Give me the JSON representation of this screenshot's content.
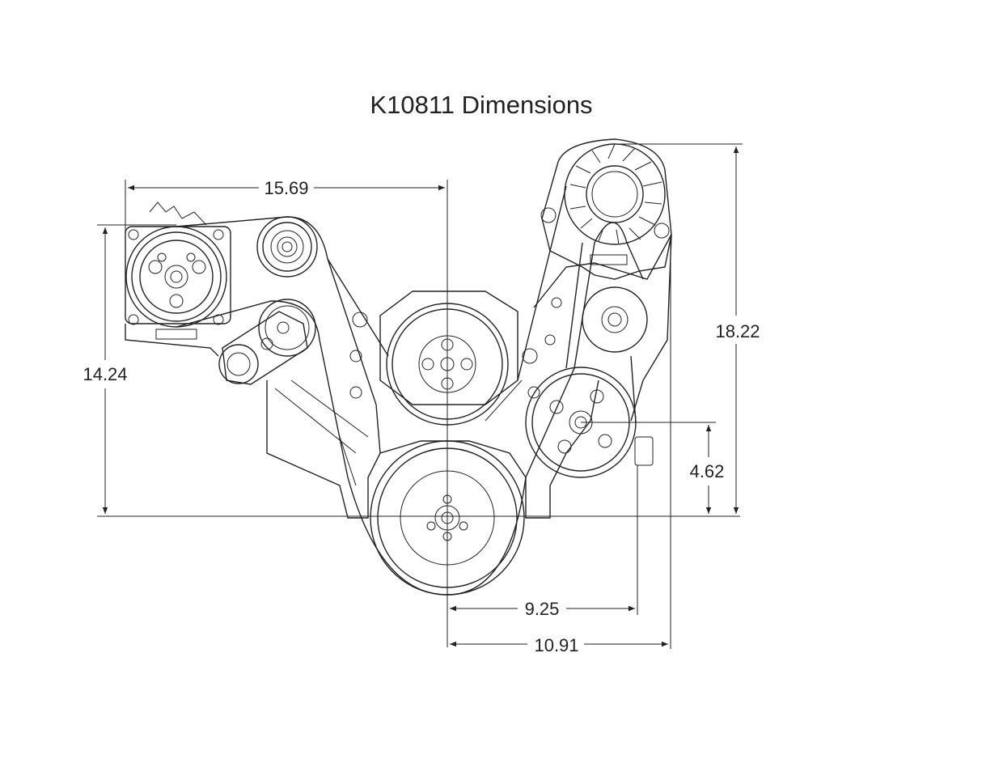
{
  "title": "K10811 Dimensions",
  "dimensions": {
    "top_width": "15.69",
    "left_height": "14.24",
    "right_height": "18.22",
    "pump_height": "4.62",
    "pump_offset": "9.25",
    "alt_offset": "10.91"
  }
}
